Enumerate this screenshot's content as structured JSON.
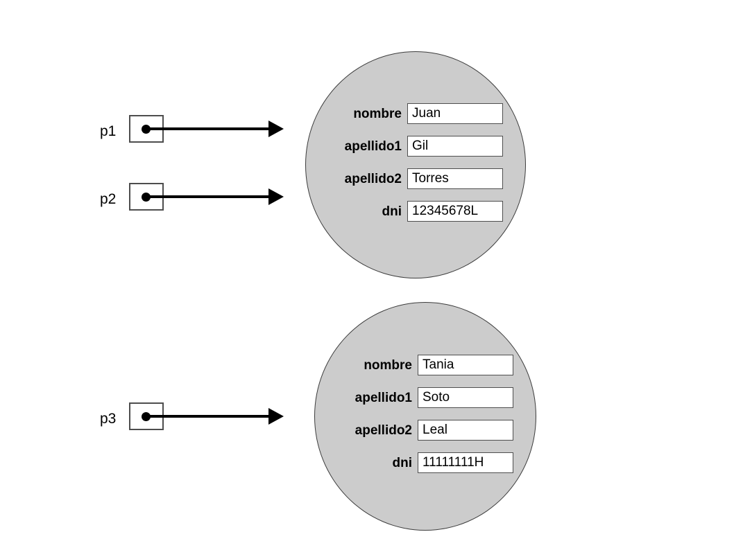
{
  "diagram": {
    "type": "pointer-object-diagram",
    "background_color": "#ffffff",
    "object_fill_color": "#cccccc",
    "object_stroke_color": "#3b3b3b",
    "pointers": [
      {
        "name": "p1",
        "target": "object1"
      },
      {
        "name": "p2",
        "target": "object1"
      },
      {
        "name": "p3",
        "target": "object2"
      }
    ],
    "objects": [
      {
        "id": "object1",
        "fields": [
          {
            "label": "nombre",
            "value": "Juan"
          },
          {
            "label": "apellido1",
            "value": "Gil"
          },
          {
            "label": "apellido2",
            "value": "Torres"
          },
          {
            "label": "dni",
            "value": "12345678L"
          }
        ]
      },
      {
        "id": "object2",
        "fields": [
          {
            "label": "nombre",
            "value": "Tania"
          },
          {
            "label": "apellido1",
            "value": "Soto"
          },
          {
            "label": "apellido2",
            "value": "Leal"
          },
          {
            "label": "dni",
            "value": "11111111H"
          }
        ]
      }
    ]
  }
}
